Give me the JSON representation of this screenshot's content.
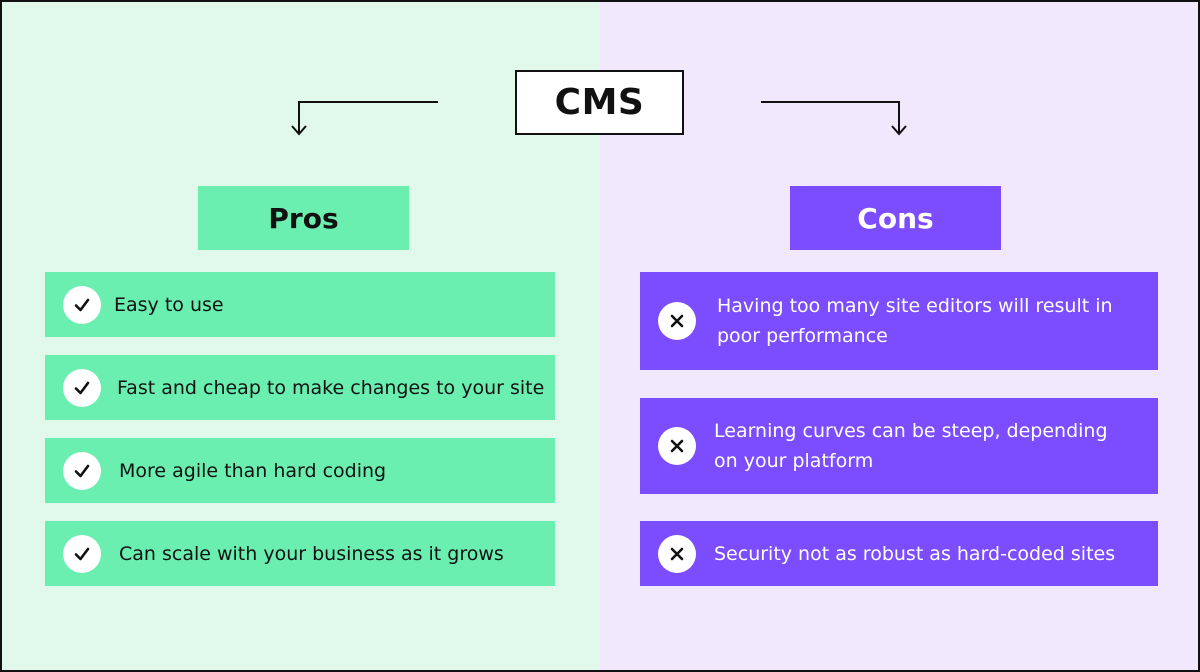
{
  "title": "CMS",
  "colors": {
    "pros_background": "#e1f9ea",
    "cons_background": "#f1e8fd",
    "pros_accent": "#6aefb0",
    "cons_accent": "#7c4dff"
  },
  "pros": {
    "heading": "Pros",
    "icon": "check-icon",
    "items": [
      "Easy to use",
      "Fast and cheap to make changes to your site",
      "More agile than hard coding",
      "Can scale with your business as it grows"
    ]
  },
  "cons": {
    "heading": "Cons",
    "icon": "x-icon",
    "items": [
      "Having too many site editors will result in poor performance",
      "Learning curves can be steep, depending on your platform",
      "Security not as robust as hard-coded sites"
    ]
  }
}
